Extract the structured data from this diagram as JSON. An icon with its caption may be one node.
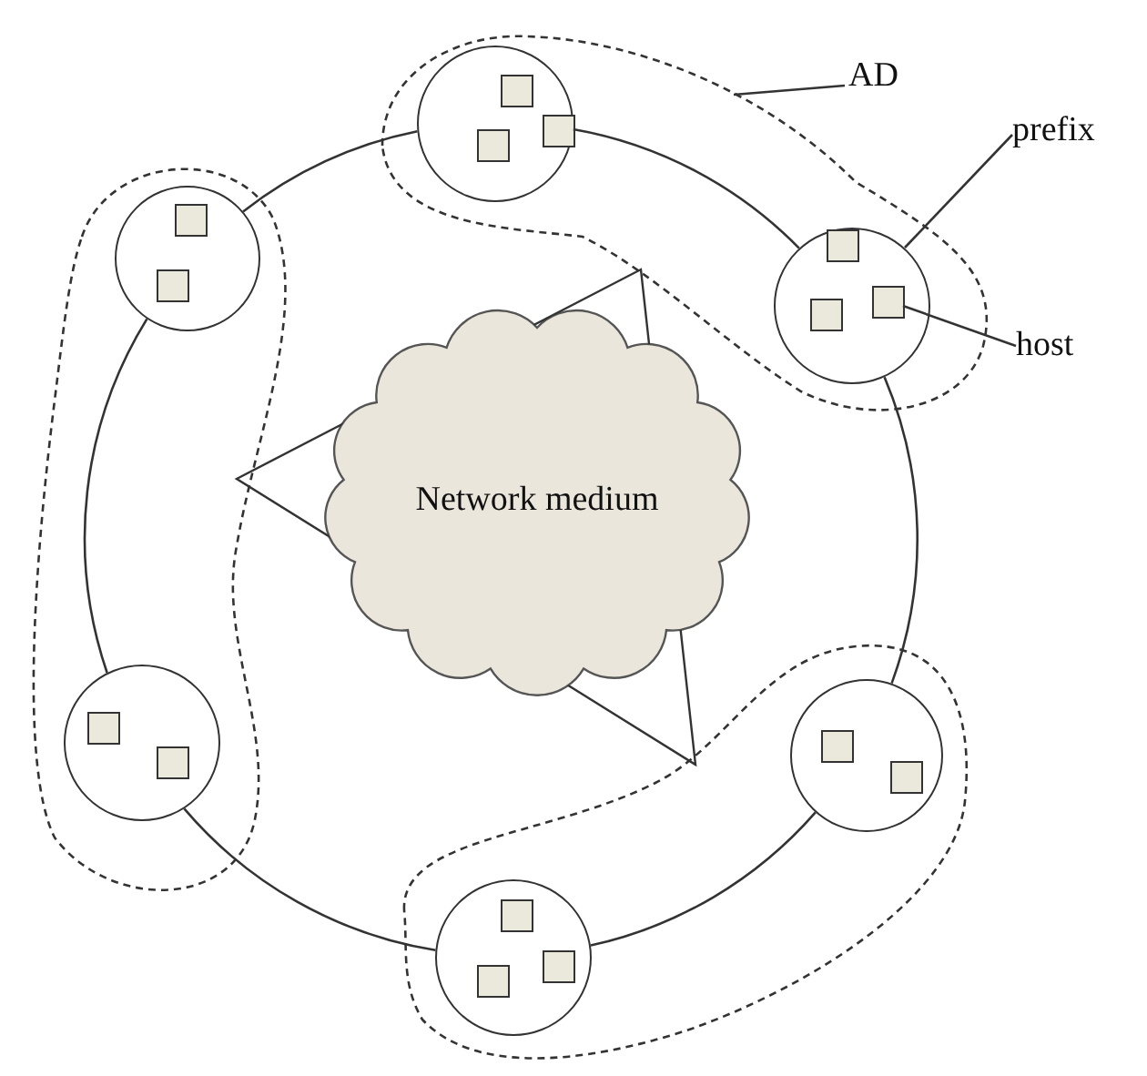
{
  "diagram": {
    "nodes": [
      {
        "text": [],
        "shape": "region"
      },
      {
        "text": [],
        "shape": "circle",
        "in": 0
      },
      {
        "text": [],
        "shape": "box",
        "in": 1
      },
      {
        "text": [],
        "shape": "box",
        "in": 1
      },
      {
        "text": [],
        "shape": "box",
        "in": 1
      },
      {
        "text": [],
        "shape": "circle",
        "in": 0
      },
      {
        "text": [],
        "shape": "box",
        "in": 5
      },
      {
        "text": [],
        "shape": "box",
        "in": 5
      },
      {
        "text": [],
        "shape": "box",
        "in": 5
      },
      {
        "text": [
          "AD"
        ]
      },
      {
        "text": [
          "prefix"
        ]
      },
      {
        "text": [
          "host"
        ]
      },
      {
        "text": [],
        "shape": "region"
      },
      {
        "text": [],
        "shape": "circle",
        "in": 12
      },
      {
        "text": [],
        "shape": "box",
        "in": 13
      },
      {
        "text": [],
        "shape": "box",
        "in": 13
      },
      {
        "text": [],
        "shape": "circle",
        "in": 12
      },
      {
        "text": [],
        "shape": "box",
        "in": 16
      },
      {
        "text": [],
        "shape": "box",
        "in": 16
      },
      {
        "text": [
          "Network medium"
        ]
      },
      {
        "text": [],
        "shape": "triangle"
      },
      {
        "text": [],
        "shape": "region"
      },
      {
        "text": [],
        "shape": "circle",
        "in": 21
      },
      {
        "text": [],
        "shape": "box",
        "in": 22
      },
      {
        "text": [],
        "shape": "box",
        "in": 22
      },
      {
        "text": [],
        "shape": "circle",
        "in": 21
      },
      {
        "text": [],
        "shape": "box",
        "in": 25
      },
      {
        "text": [],
        "shape": "box",
        "in": 25
      },
      {
        "text": [],
        "shape": "box",
        "in": 25
      }
    ],
    "edges": [
      {
        "from": 1,
        "to": 5,
        "arrow": "none"
      },
      {
        "from": 5,
        "to": 22,
        "arrow": "none"
      },
      {
        "from": 22,
        "to": 25,
        "arrow": "none"
      },
      {
        "from": 25,
        "to": 16,
        "arrow": "none"
      },
      {
        "from": 16,
        "to": 13,
        "arrow": "none"
      },
      {
        "from": 13,
        "to": 1,
        "arrow": "none"
      },
      {
        "from": 9,
        "to": 0,
        "arrow": "none"
      },
      {
        "from": 10,
        "to": 5,
        "arrow": "none"
      },
      {
        "from": 11,
        "to": 8,
        "arrow": "none"
      }
    ]
  }
}
